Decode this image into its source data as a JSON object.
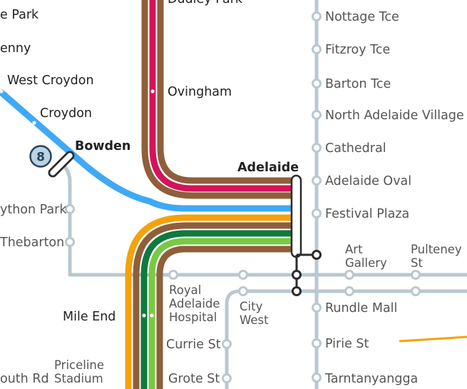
{
  "lines": {
    "tram_light": "#b8c8d2",
    "tram_dark": "#2b2b2b",
    "brown": "#8e5f3a",
    "crimson": "#d3135a",
    "blue": "#3fa9f5",
    "orange": "#f5a20a",
    "dark_green": "#0f7a3f",
    "light_green": "#7ac943"
  },
  "labels": {
    "dudley_park": "Dudley Park",
    "ovingham": "Ovingham",
    "park_partial": "e Park",
    "kilkenny_partial": "enny",
    "west_croydon": "West Croydon",
    "croydon": "Croydon",
    "bowden": "Bowden",
    "adelaide": "Adelaide",
    "brompton_park_partial": "ython Park",
    "thebarton": "Thebarton",
    "mile_end": "Mile End",
    "royal_adelaide_hospital_1": "Royal",
    "royal_adelaide_hospital_2": "Adelaide",
    "royal_adelaide_hospital_3": "Hospital",
    "city_west_1": "City",
    "city_west_2": "West",
    "currie_st": "Currie St",
    "grote_st": "Grote St",
    "priceline_stadium_1": "Priceline",
    "priceline_stadium_2": "Stadium",
    "south_rd_partial": "outh Rd",
    "nottage_tce": "Nottage Tce",
    "fitzroy_tce": "Fitzroy Tce",
    "barton_tce": "Barton Tce",
    "north_adelaide_village": "North Adelaide Village",
    "cathedral": "Cathedral",
    "adelaide_oval": "Adelaide Oval",
    "festival_plaza": "Festival Plaza",
    "art_gallery_1": "Art",
    "art_gallery_2": "Gallery",
    "pulteney_st_1": "Pulteney",
    "pulteney_st_2": "St",
    "rundle_mall": "Rundle Mall",
    "pirie_st": "Pirie St",
    "tarntanyangga": "Tarntanyangga"
  },
  "badge": {
    "route_number": "8"
  }
}
